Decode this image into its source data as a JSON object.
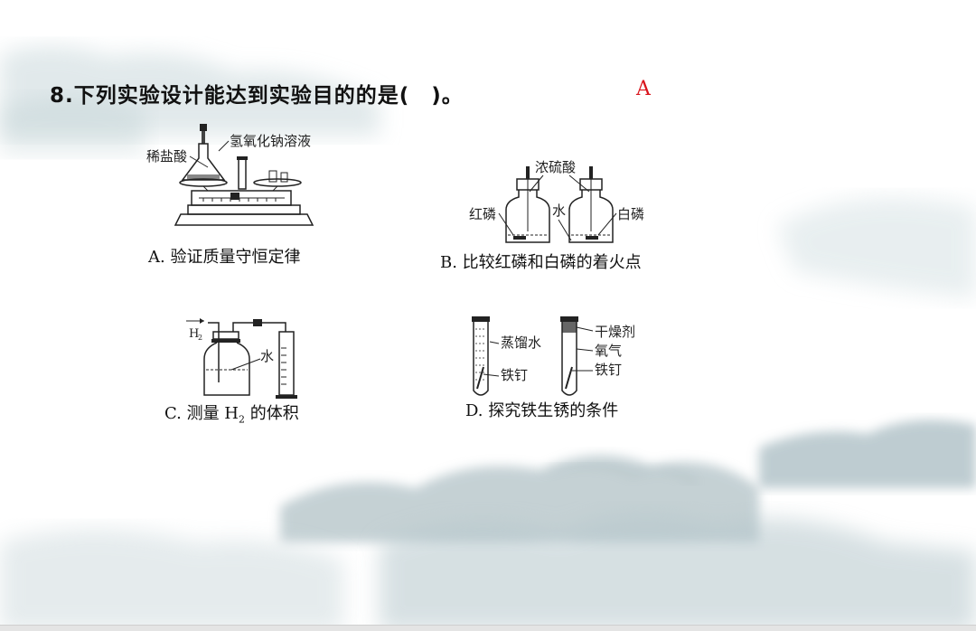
{
  "question": {
    "text": "8.下列实验设计能达到实验目的的是(　)。",
    "answer": "A"
  },
  "options": {
    "a": {
      "caption": "A. 验证质量守恒定律",
      "labels": [
        "稀盐酸",
        "氢氧化钠溶液"
      ]
    },
    "b": {
      "caption": "B. 比较红磷和白磷的着火点",
      "labels": [
        "浓硫酸",
        "红磷",
        "水",
        "白磷"
      ]
    },
    "c": {
      "caption_prefix": "C. 测量 H",
      "caption_sub": "2",
      "caption_suffix": " 的体积",
      "labels": [
        "H",
        "2",
        "水"
      ]
    },
    "d": {
      "caption": "D. 探究铁生锈的条件",
      "labels": [
        "蒸馏水",
        "铁钉",
        "干燥剂",
        "氧气",
        "铁钉"
      ]
    }
  }
}
